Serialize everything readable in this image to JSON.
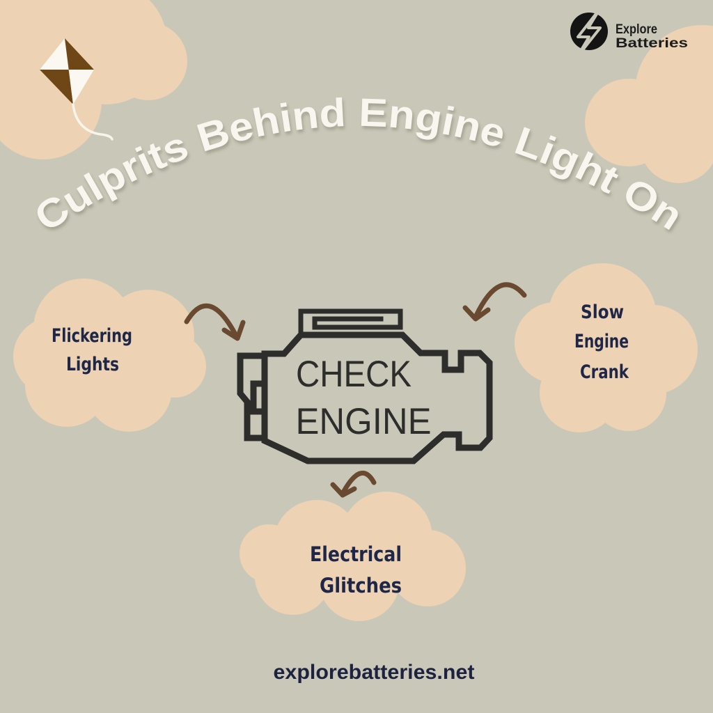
{
  "palette": {
    "background": "#c9c8b8",
    "cloud": "#edd2b3",
    "label_navy": "#1f2748",
    "footer_navy": "#1c2240",
    "arrow_brown": "#69492f",
    "engine_outline": "#2d2d2b",
    "title_white": "#f8f6ee",
    "kite_brown": "#6f4716",
    "kite_white": "#faf8f0",
    "logo_black": "#141414"
  },
  "brand": {
    "line1": "Explore",
    "line2": "Batteries",
    "icon": "lightning-bolt-icon"
  },
  "title": "Culprits Behind Engine Light On",
  "engine_indicator": {
    "line1": "CHECK",
    "line2": "ENGINE"
  },
  "causes": [
    {
      "id": "flickering-lights",
      "label_lines": [
        "Flickering",
        "Lights"
      ]
    },
    {
      "id": "slow-engine-crank",
      "label_lines": [
        "Slow",
        "Engine",
        "Crank"
      ]
    },
    {
      "id": "electrical-glitches",
      "label_lines": [
        "Electrical",
        "Glitches"
      ]
    }
  ],
  "footer": {
    "website": "explorebatteries.net"
  }
}
